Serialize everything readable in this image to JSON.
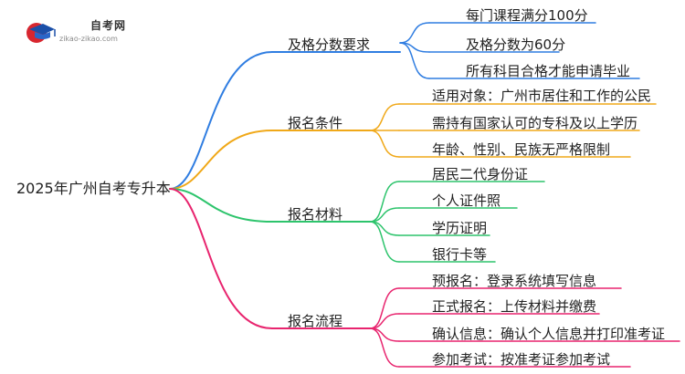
{
  "logo": {
    "name": "自考网",
    "domain": "zikao-zikao.com"
  },
  "root": "2025年广州自考专升本",
  "branches": [
    {
      "label": "及格分数要求",
      "color": "#2f7de1",
      "children": [
        "每门课程满分100分",
        "及格分数为60分",
        "所有科目合格才能申请毕业"
      ]
    },
    {
      "label": "报名条件",
      "color": "#f0a818",
      "children": [
        "适用对象：广州市居住和工作的公民",
        "需持有国家认可的专科及以上学历",
        "年龄、性别、民族无严格限制"
      ]
    },
    {
      "label": "报名材料",
      "color": "#2dc46c",
      "children": [
        "居民二代身份证",
        "个人证件照",
        "学历证明",
        "银行卡等"
      ]
    },
    {
      "label": "报名流程",
      "color": "#e8246e",
      "children": [
        "预报名：登录系统填写信息",
        "正式报名：上传材料并缴费",
        "确认信息：确认个人信息并打印准考证",
        "参加考试：按准考证参加考试"
      ]
    }
  ]
}
